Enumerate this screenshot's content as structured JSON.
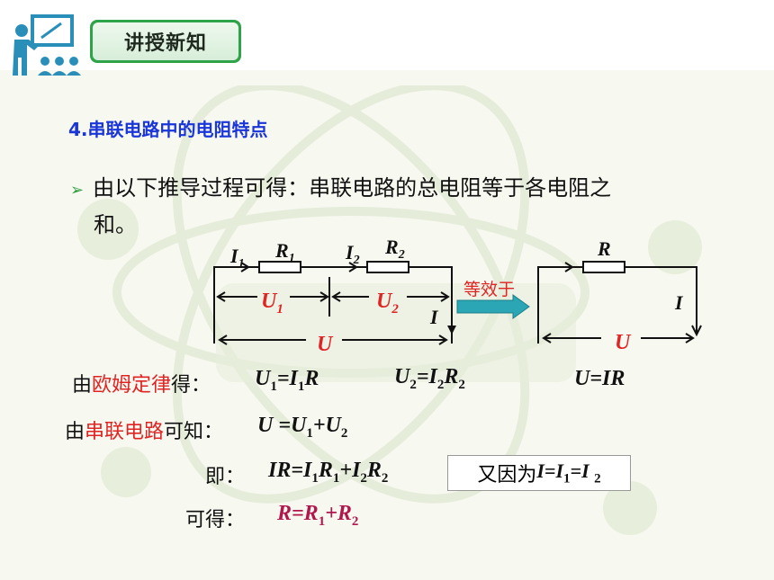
{
  "header": {
    "section_title": "讲授新知"
  },
  "heading": "4.串联电路中的电阻特点",
  "bullet": {
    "line1": "由以下推导过程可得：串联电路的总电阻等于各电阻之",
    "line2": "和。"
  },
  "circuit": {
    "i1_sym": "I",
    "i1_sub": "1",
    "r1_sym": "R",
    "r1_sub": "1",
    "i2_sym": "I",
    "i2_sub": "2",
    "r2_sym": "R",
    "r2_sub": "2",
    "u1_sym": "U",
    "u1_sub": "1",
    "u2_sym": "U",
    "u2_sub": "2",
    "i_left": "I",
    "u_total": "U",
    "equiv_label": "等效于",
    "r_eq": "R",
    "i_right": "I",
    "u_right": "U"
  },
  "derivation": {
    "row1_prefix": "由",
    "row1_highlight": "欧姆定律",
    "row1_suffix": "得：",
    "row2_prefix": "由",
    "row2_highlight": "串联电路",
    "row2_suffix": "可知：",
    "row3_label": "即：",
    "row4_label": "可得：",
    "also_because": "又因为"
  },
  "colors": {
    "accent_blue": "#1a35d8",
    "highlight_red": "#e02424",
    "result_color": "#b0174c",
    "green": "#2fa34a",
    "arrow_teal": "#2aa6b4"
  }
}
